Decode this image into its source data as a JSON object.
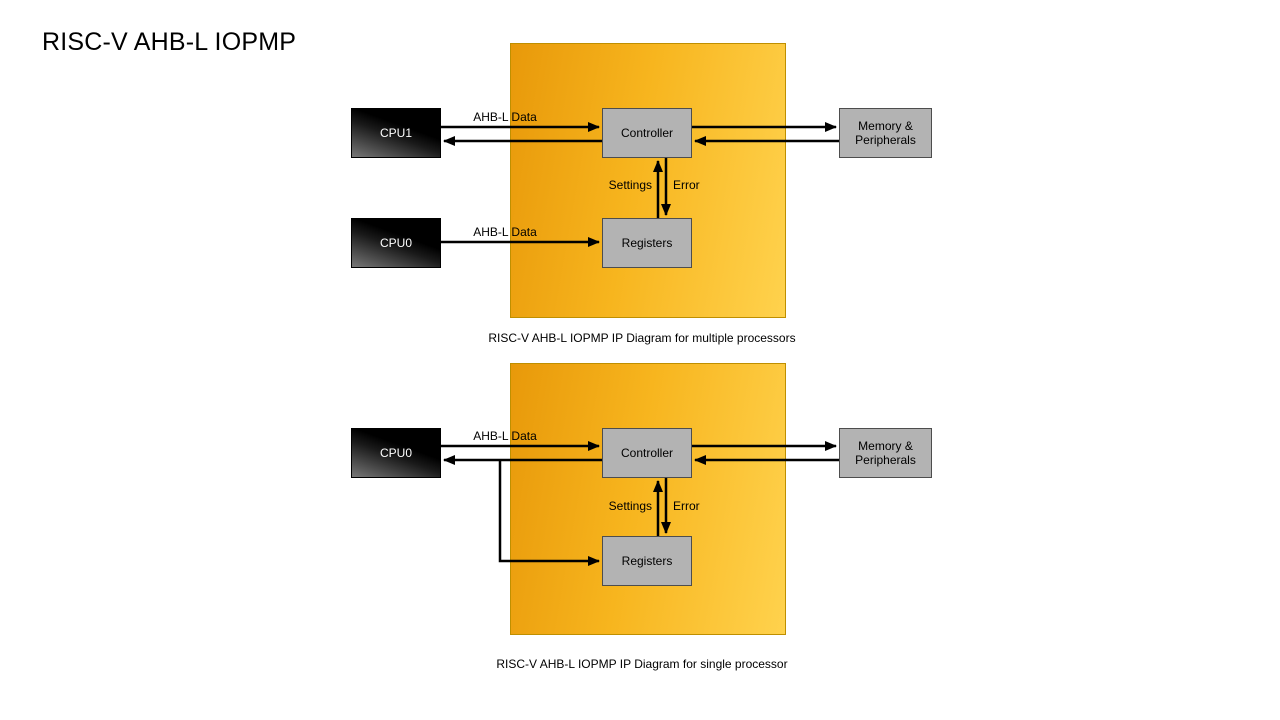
{
  "page": {
    "title": "RISC-V AHB-L IOPMP"
  },
  "colors": {
    "ip_block_gradient_start": "#E8990A",
    "ip_block_gradient_end": "#FFD24D",
    "node_gray": "#B3B3B3",
    "cpu_fill": "#000000",
    "arrow": "#000000",
    "background": "#FFFFFF"
  },
  "diagram_multi": {
    "caption": "RISC-V AHB-L IOPMP IP Diagram for multiple processors",
    "nodes": {
      "cpu1": "CPU1",
      "cpu0": "CPU0",
      "controller": "Controller",
      "registers": "Registers",
      "memory": "Memory & Peripherals"
    },
    "labels": {
      "ahb_cpu1": "AHB-L Data",
      "ahb_cpu0": "AHB-L Data",
      "settings": "Settings",
      "error": "Error"
    }
  },
  "diagram_single": {
    "caption": "RISC-V AHB-L IOPMP IP Diagram for single processor",
    "nodes": {
      "cpu0": "CPU0",
      "controller": "Controller",
      "registers": "Registers",
      "memory": "Memory & Peripherals"
    },
    "labels": {
      "ahb": "AHB-L Data",
      "settings": "Settings",
      "error": "Error"
    }
  }
}
